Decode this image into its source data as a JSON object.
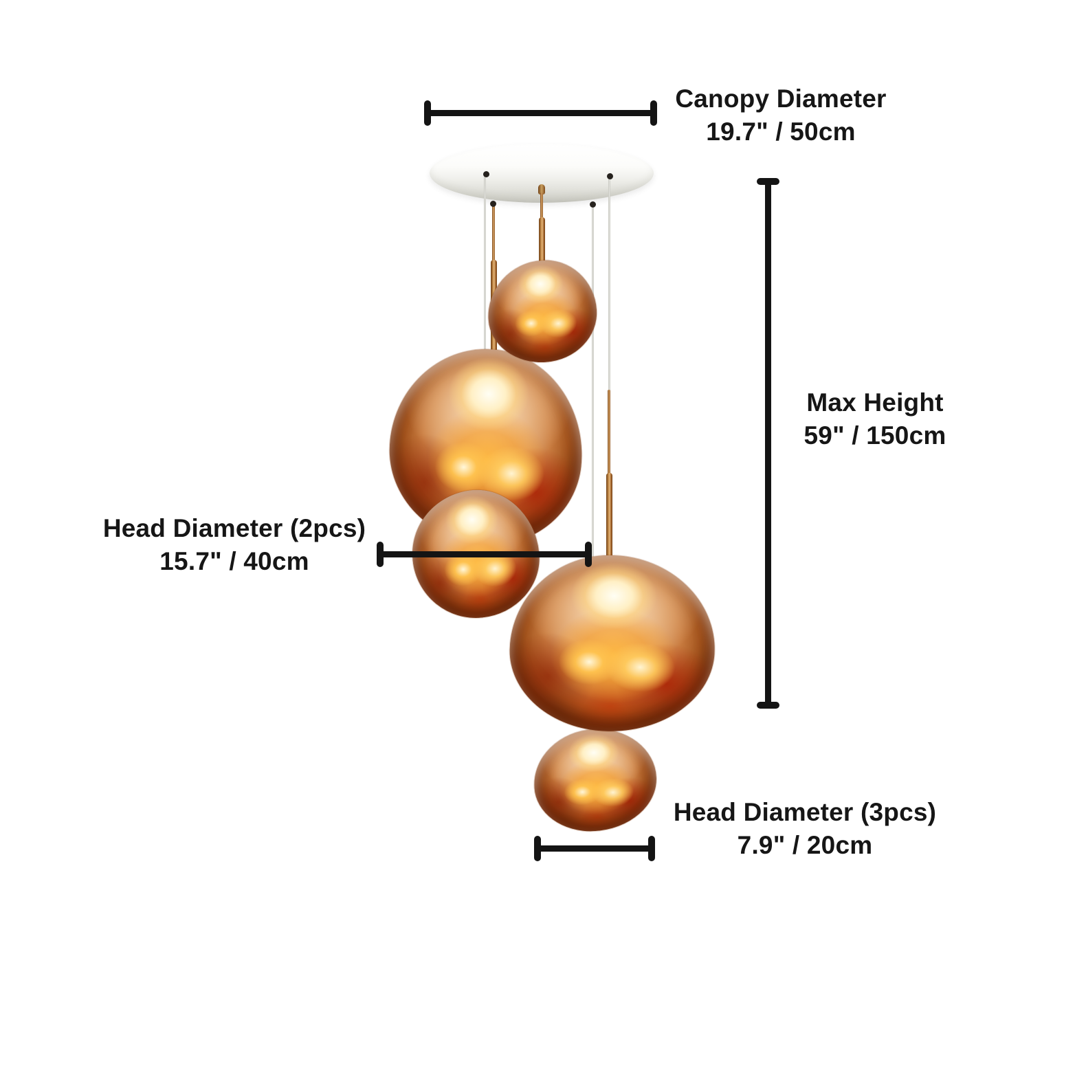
{
  "annotations": {
    "canopy": {
      "label": "Canopy Diameter",
      "value": "19.7\" / 50cm"
    },
    "max_height": {
      "label": "Max Height",
      "value": "59\" / 150cm"
    },
    "head_large": {
      "label": "Head Diameter (2pcs)",
      "value": "15.7\" / 40cm"
    },
    "head_small": {
      "label": "Head Diameter (3pcs)",
      "value": "7.9\" / 20cm"
    }
  },
  "fixture": {
    "globe_count": 5
  },
  "colors": {
    "background": "#ffffff",
    "dimension_line": "#141414",
    "label_text": "#161616",
    "canopy_white": "#f2f2ee",
    "cable_gray": "#d9d9d3",
    "stem_copper": "#b0763e",
    "glass_copper": "#c0763f",
    "glow_amber": "#f59d1e",
    "glow_red": "#a62a0c",
    "bulb_white": "#fff8e6"
  }
}
